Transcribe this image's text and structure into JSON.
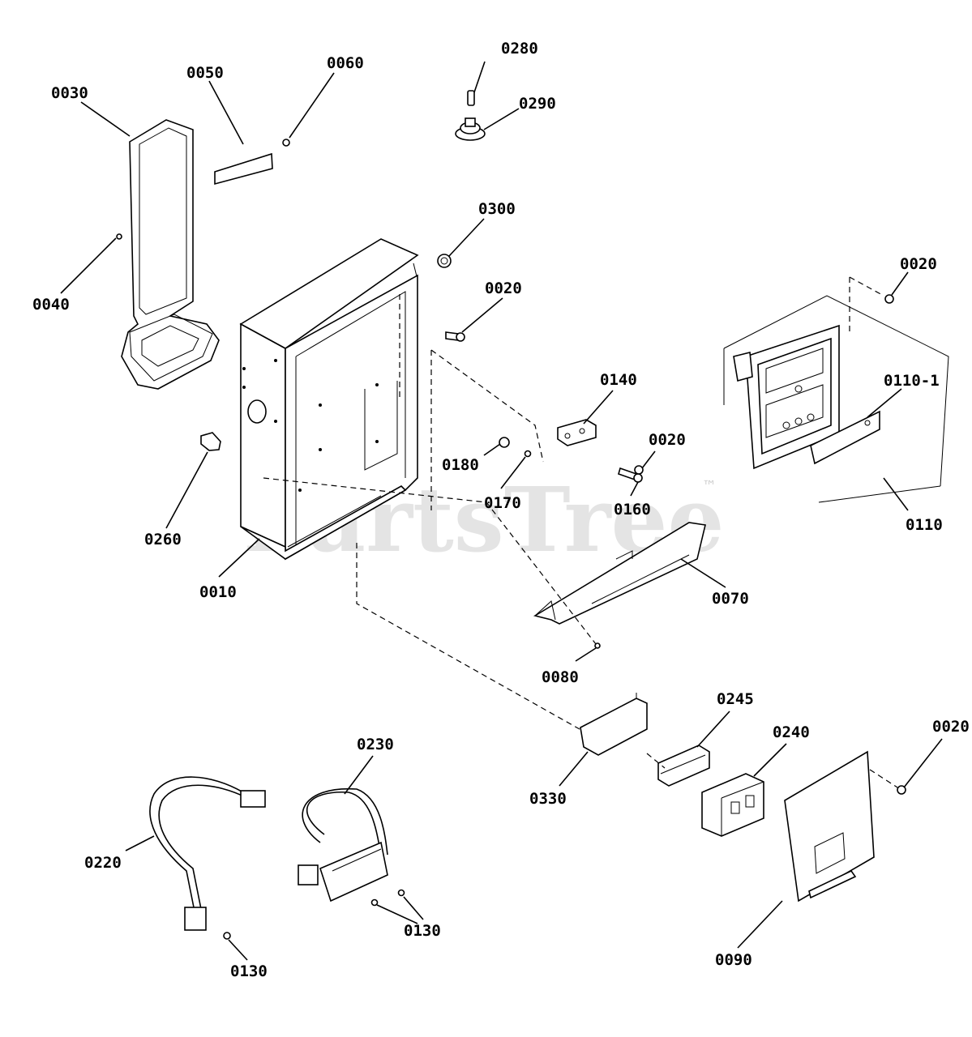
{
  "watermark": {
    "text": "PartsTree",
    "tm": "™"
  },
  "callouts": [
    {
      "id": "c0280",
      "label": "0280"
    },
    {
      "id": "c0290",
      "label": "0290"
    },
    {
      "id": "c0050",
      "label": "0050"
    },
    {
      "id": "c0060",
      "label": "0060"
    },
    {
      "id": "c0030",
      "label": "0030"
    },
    {
      "id": "c0300",
      "label": "0300"
    },
    {
      "id": "c0040",
      "label": "0040"
    },
    {
      "id": "c0020a",
      "label": "0020"
    },
    {
      "id": "c0020b",
      "label": "0020"
    },
    {
      "id": "c0140",
      "label": "0140"
    },
    {
      "id": "c0110_1",
      "label": "0110-1"
    },
    {
      "id": "c0020c",
      "label": "0020"
    },
    {
      "id": "c0180",
      "label": "0180"
    },
    {
      "id": "c0170",
      "label": "0170"
    },
    {
      "id": "c0160",
      "label": "0160"
    },
    {
      "id": "c0110",
      "label": "0110"
    },
    {
      "id": "c0260",
      "label": "0260"
    },
    {
      "id": "c0010",
      "label": "0010"
    },
    {
      "id": "c0070",
      "label": "0070"
    },
    {
      "id": "c0080",
      "label": "0080"
    },
    {
      "id": "c0245",
      "label": "0245"
    },
    {
      "id": "c0230",
      "label": "0230"
    },
    {
      "id": "c0240",
      "label": "0240"
    },
    {
      "id": "c0020d",
      "label": "0020"
    },
    {
      "id": "c0330",
      "label": "0330"
    },
    {
      "id": "c0220",
      "label": "0220"
    },
    {
      "id": "c0130a",
      "label": "0130"
    },
    {
      "id": "c0130b",
      "label": "0130"
    },
    {
      "id": "c0090",
      "label": "0090"
    }
  ]
}
